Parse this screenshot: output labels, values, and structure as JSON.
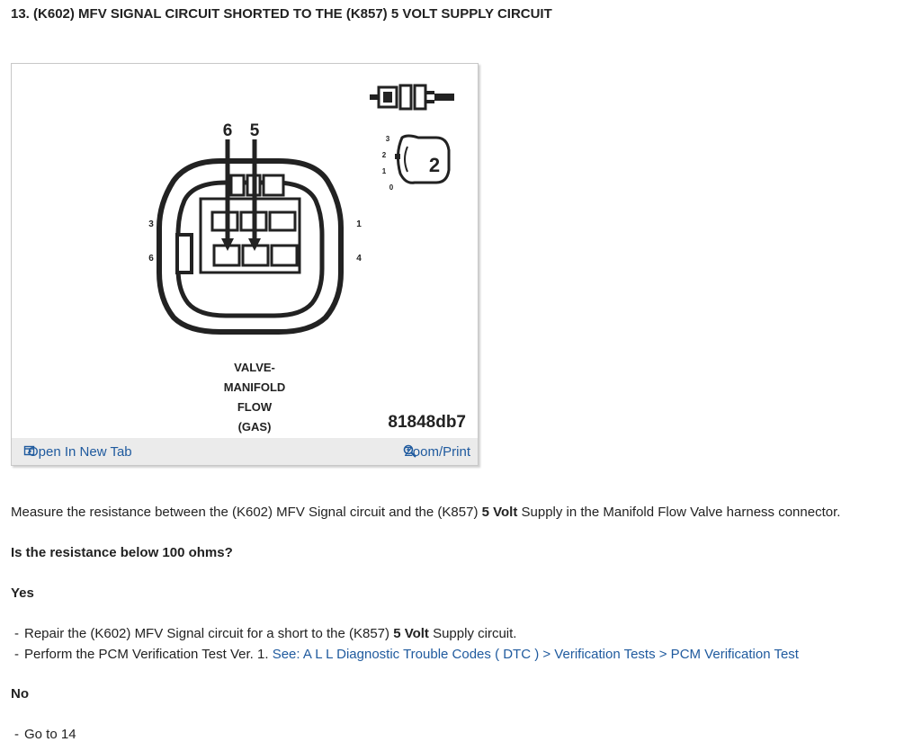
{
  "step": {
    "title": "13. (K602) MFV SIGNAL CIRCUIT SHORTED TO THE (K857) 5 VOLT SUPPLY CIRCUIT"
  },
  "figure": {
    "pin_labels": {
      "top_left": "6",
      "top_right": "5",
      "left_upper": "3",
      "left_lower": "6",
      "right_upper": "1",
      "right_lower": "4",
      "angle_3": "3",
      "angle_2": "2",
      "angle_1": "1",
      "angle_0": "0",
      "view_number": "2"
    },
    "caption_lines": [
      "VALVE-",
      "MANIFOLD",
      "FLOW",
      "(GAS)"
    ],
    "image_code": "81848db7",
    "open_tab_label": "Open In New Tab",
    "zoom_label": "Zoom/Print"
  },
  "instruction": {
    "part1": "Measure the resistance between the (K602) MFV Signal circuit and the (K857) ",
    "bold": "5 Volt",
    "part2": " Supply in the Manifold Flow Valve harness connector."
  },
  "question": "Is the resistance below 100 ohms?",
  "yes": {
    "label": "Yes",
    "item1_part1": "Repair the (K602) MFV Signal circuit for a short to the (K857) ",
    "item1_bold": "5 Volt",
    "item1_part2": " Supply circuit.",
    "item2_text": "Perform the PCM Verification Test Ver. 1. ",
    "item2_link": "See: A L L Diagnostic Trouble Codes ( DTC ) > Verification Tests > PCM Verification Test"
  },
  "no": {
    "label": "No",
    "item1": "Go to 14"
  },
  "dash": "-"
}
